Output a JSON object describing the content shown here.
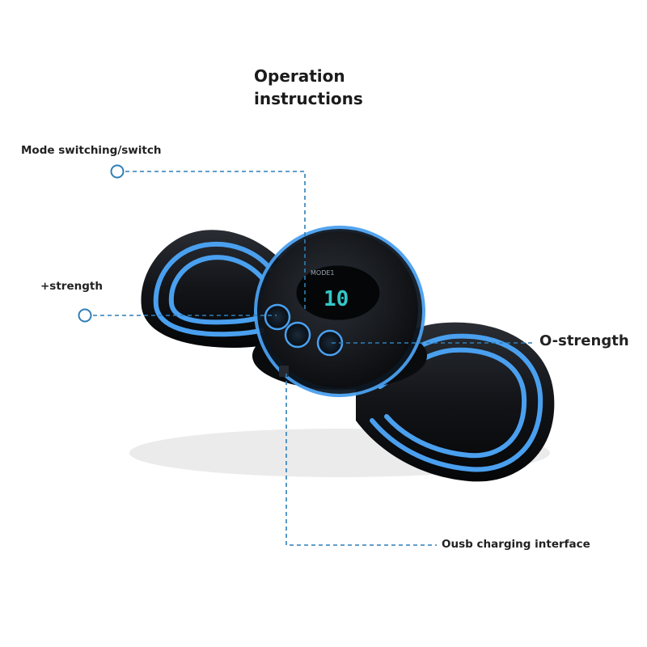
{
  "title": {
    "line1": "Operation",
    "line2": "instructions"
  },
  "callouts": {
    "mode_switch": "Mode switching/switch",
    "plus_strength": "+strength",
    "minus_strength": "O-strength",
    "usb": "Ousb charging interface"
  },
  "device": {
    "display_digits": "10",
    "display_mode_label": "MODE1"
  },
  "colors": {
    "callout_line": "#2f7fb7",
    "pad_body": "#111317",
    "glow_blue": "#4aa0ef",
    "display_digits": "#33c6c8"
  }
}
